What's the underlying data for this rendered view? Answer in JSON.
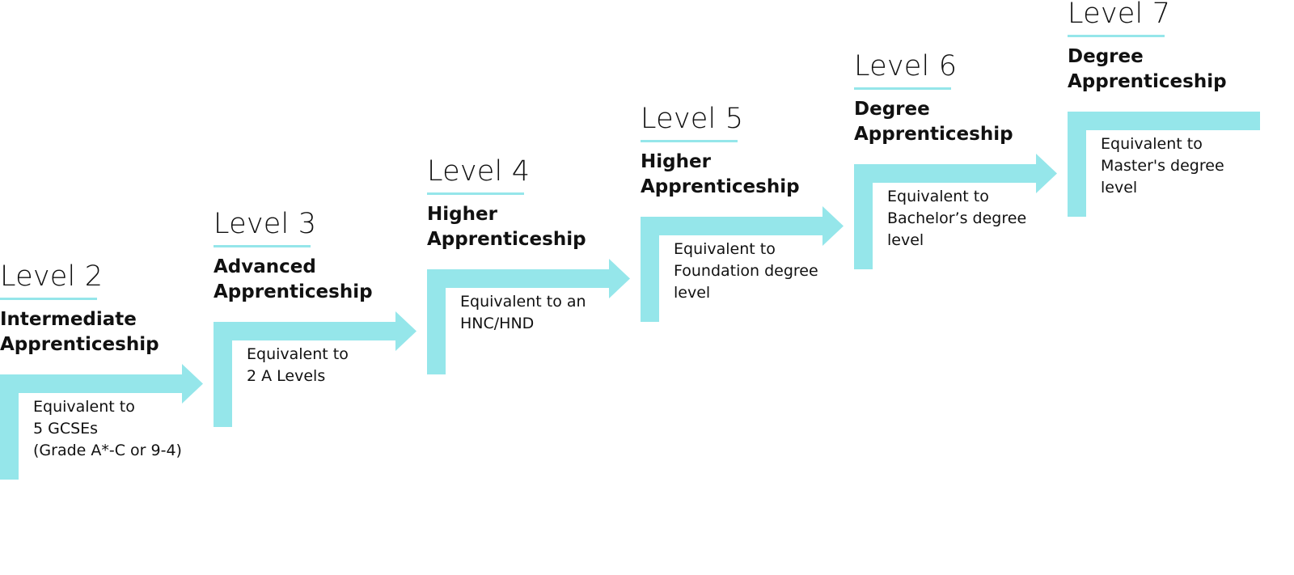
{
  "colors": {
    "accent": "#95e6ea",
    "text": "#111111",
    "background": "#ffffff"
  },
  "steps": [
    {
      "level": "Level 2",
      "apprenticeship_lines": [
        "Intermediate",
        "Apprenticeship"
      ],
      "equivalent_lines": [
        "Equivalent to",
        "5 GCSEs",
        "(Grade A*-C or 9-4)"
      ]
    },
    {
      "level": "Level 3",
      "apprenticeship_lines": [
        "Advanced",
        "Apprenticeship"
      ],
      "equivalent_lines": [
        "Equivalent to",
        "2 A Levels"
      ]
    },
    {
      "level": "Level 4",
      "apprenticeship_lines": [
        "Higher",
        "Apprenticeship"
      ],
      "equivalent_lines": [
        "Equivalent to an",
        "HNC/HND"
      ]
    },
    {
      "level": "Level 5",
      "apprenticeship_lines": [
        "Higher",
        "Apprenticeship"
      ],
      "equivalent_lines": [
        "Equivalent to",
        "Foundation degree",
        "level"
      ]
    },
    {
      "level": "Level 6",
      "apprenticeship_lines": [
        "Degree",
        "Apprenticeship"
      ],
      "equivalent_lines": [
        "Equivalent to",
        "Bachelor’s degree",
        "level"
      ]
    },
    {
      "level": "Level 7",
      "apprenticeship_lines": [
        "Degree",
        "Apprenticeship"
      ],
      "equivalent_lines": [
        "Equivalent to",
        "Master's degree",
        "level"
      ]
    }
  ]
}
